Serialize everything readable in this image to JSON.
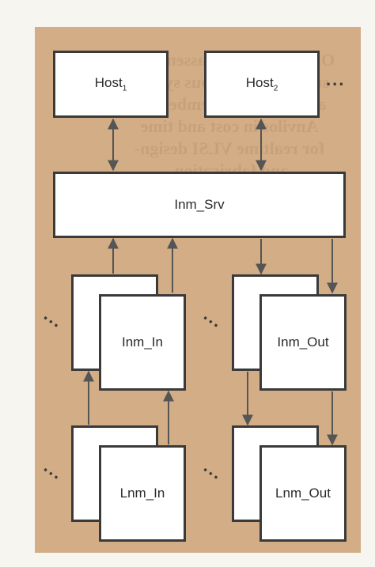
{
  "diagram": {
    "boxes": {
      "host1": "Host",
      "host1_sub": "1",
      "host2": "Host",
      "host2_sub": "2",
      "server": "Inm_Srv",
      "inm_in": "Inm_In",
      "inm_out": "Inm_Out",
      "lnm_in": "Lnm_In",
      "lnm_out": "Lnm_Out"
    },
    "ellipsis": "...",
    "bleed_through_lines": [
      "Our approach to assembling",
      "such heterogeneous system",
      "architectures is embedded",
      "Anvilos in cost and time",
      "for realtime VLSI design-",
      "and fabrication."
    ]
  },
  "colors": {
    "panel": "#d2ad86",
    "box_fill": "#ffffff",
    "stroke": "#3a3a3a",
    "arrow": "#555555"
  }
}
